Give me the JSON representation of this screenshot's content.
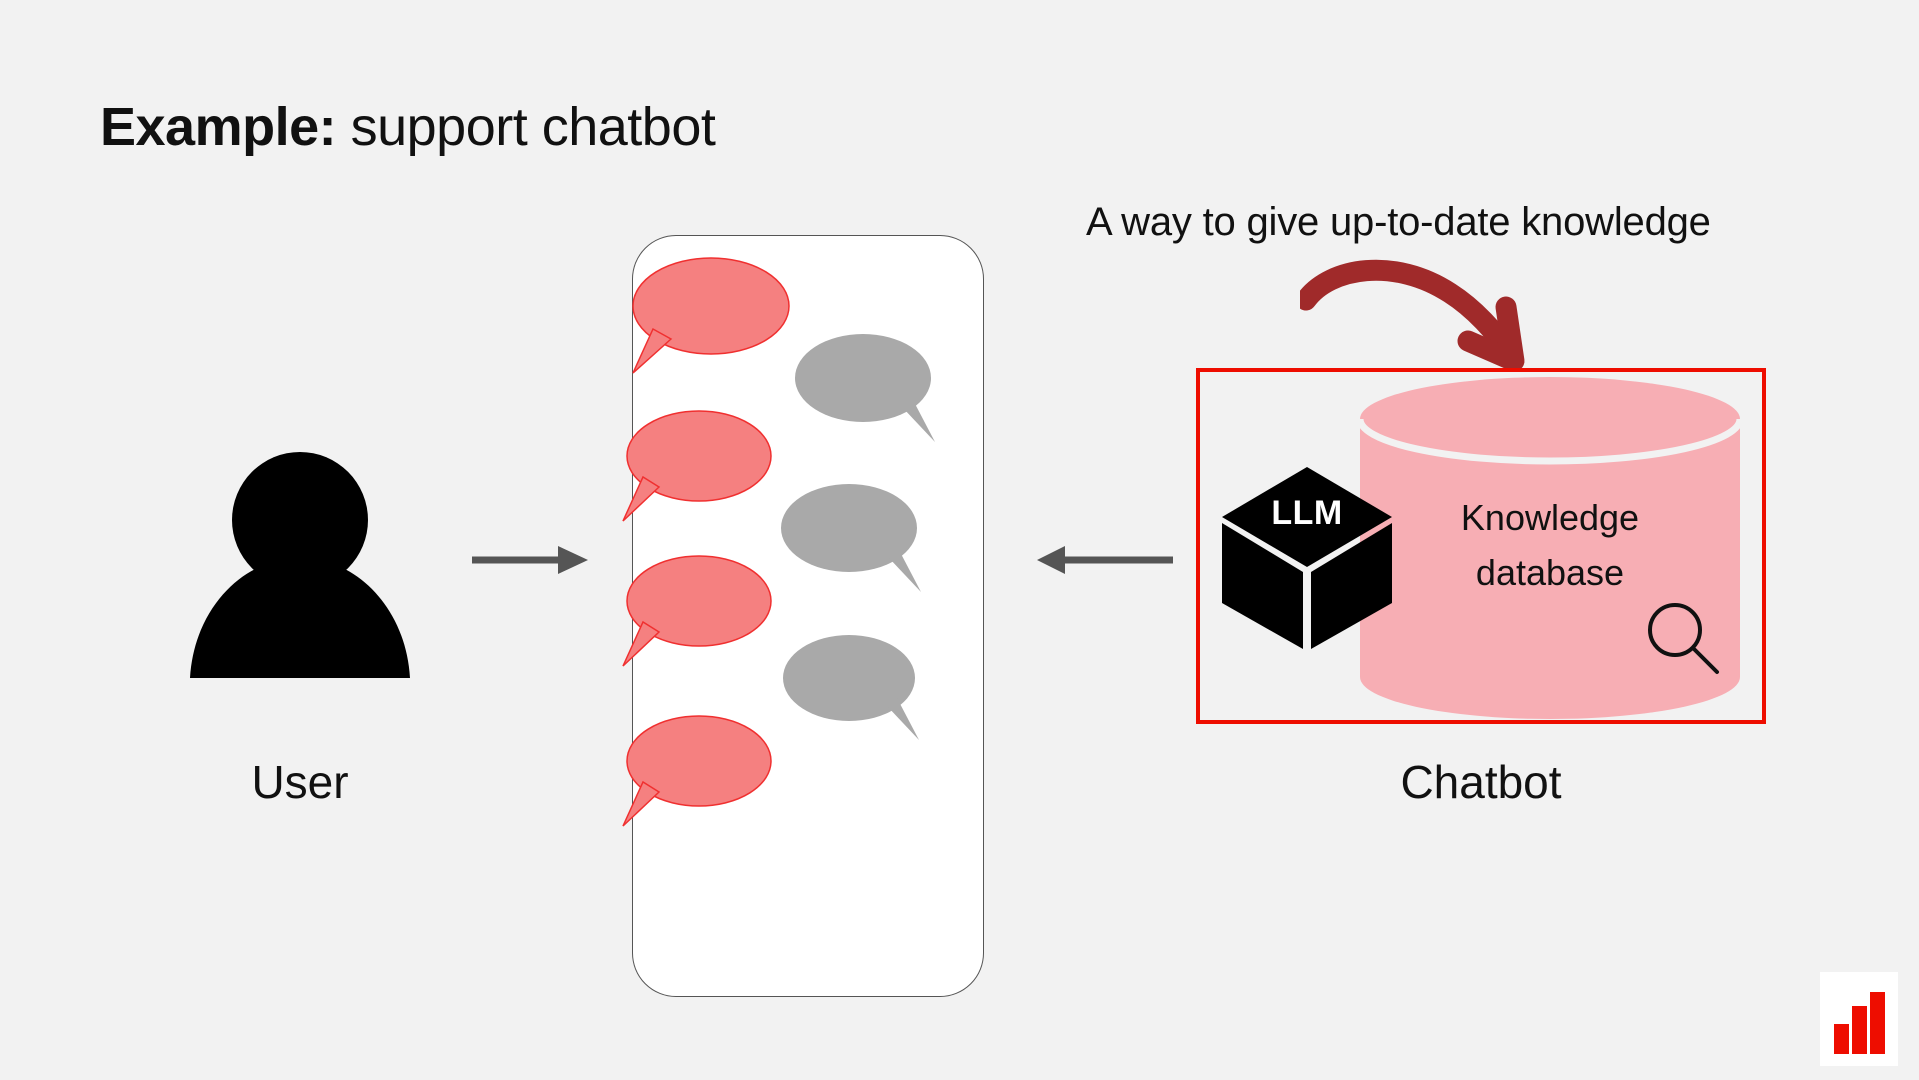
{
  "page": {
    "background_color": "#F2F2F2",
    "title_prefix": "Example:",
    "title_rest": " support chatbot"
  },
  "annotation": {
    "text": "A way to give up-to-date knowledge",
    "arrow_color": "#A02A2A",
    "arrow_icon": "curved-arrow-icon"
  },
  "user": {
    "label": "User",
    "icon": "user-silhouette-icon",
    "icon_color": "#000000"
  },
  "flow": {
    "arrow_to_chat_icon": "arrow-right-icon",
    "arrow_from_chatbot_icon": "arrow-left-icon",
    "arrow_color": "#555555"
  },
  "chat": {
    "panel_name": "chat-window",
    "panel_background": "#FFFFFF",
    "panel_border": "#555555",
    "user_bubble_color": "#F58080",
    "bot_bubble_color": "#A9A9A9",
    "bubbles": [
      {
        "side": "user",
        "order": 1
      },
      {
        "side": "bot",
        "order": 2
      },
      {
        "side": "user",
        "order": 3
      },
      {
        "side": "bot",
        "order": 4
      },
      {
        "side": "user",
        "order": 5
      },
      {
        "side": "bot",
        "order": 6
      },
      {
        "side": "user",
        "order": 7
      }
    ]
  },
  "chatbot": {
    "label": "Chatbot",
    "highlight_border_color": "#EE0D00",
    "llm": {
      "label": "LLM",
      "icon": "cube-icon",
      "color": "#000000"
    },
    "database": {
      "line1": "Knowledge",
      "line2": "database",
      "fill_color": "#F7AEB4",
      "search_icon": "magnifier-icon"
    }
  },
  "logo": {
    "name": "bar-chart-logo",
    "bar_color": "#EE0D00",
    "background": "#FFFFFF",
    "bars": [
      40,
      62,
      84
    ]
  }
}
